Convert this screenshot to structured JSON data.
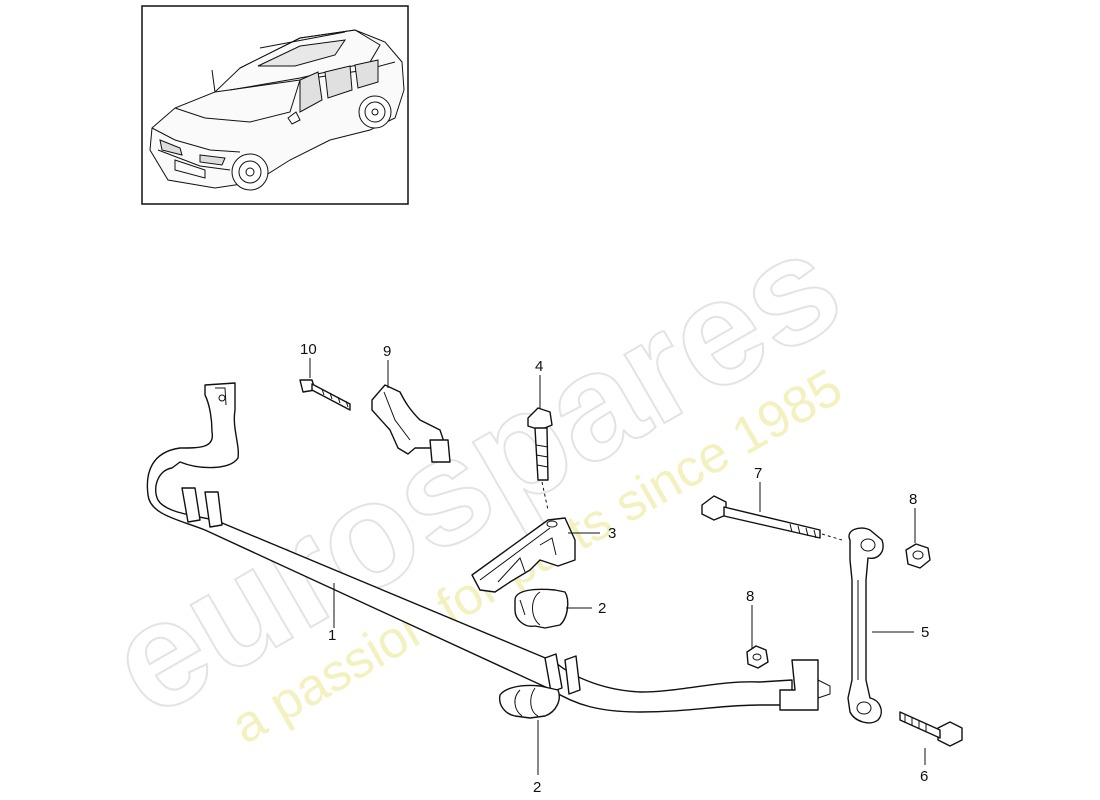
{
  "watermark": {
    "brand": "eurospares",
    "tagline": "a passion for parts since 1985"
  },
  "thumbnail": {
    "subject": "vehicle-overview"
  },
  "callouts": [
    {
      "id": "c10",
      "label": "10"
    },
    {
      "id": "c9",
      "label": "9"
    },
    {
      "id": "c4",
      "label": "4"
    },
    {
      "id": "c3",
      "label": "3"
    },
    {
      "id": "c2a",
      "label": "2"
    },
    {
      "id": "c1",
      "label": "1"
    },
    {
      "id": "c2b",
      "label": "2"
    },
    {
      "id": "c7",
      "label": "7"
    },
    {
      "id": "c8a",
      "label": "8"
    },
    {
      "id": "c8b",
      "label": "8"
    },
    {
      "id": "c5",
      "label": "5"
    },
    {
      "id": "c6",
      "label": "6"
    }
  ]
}
